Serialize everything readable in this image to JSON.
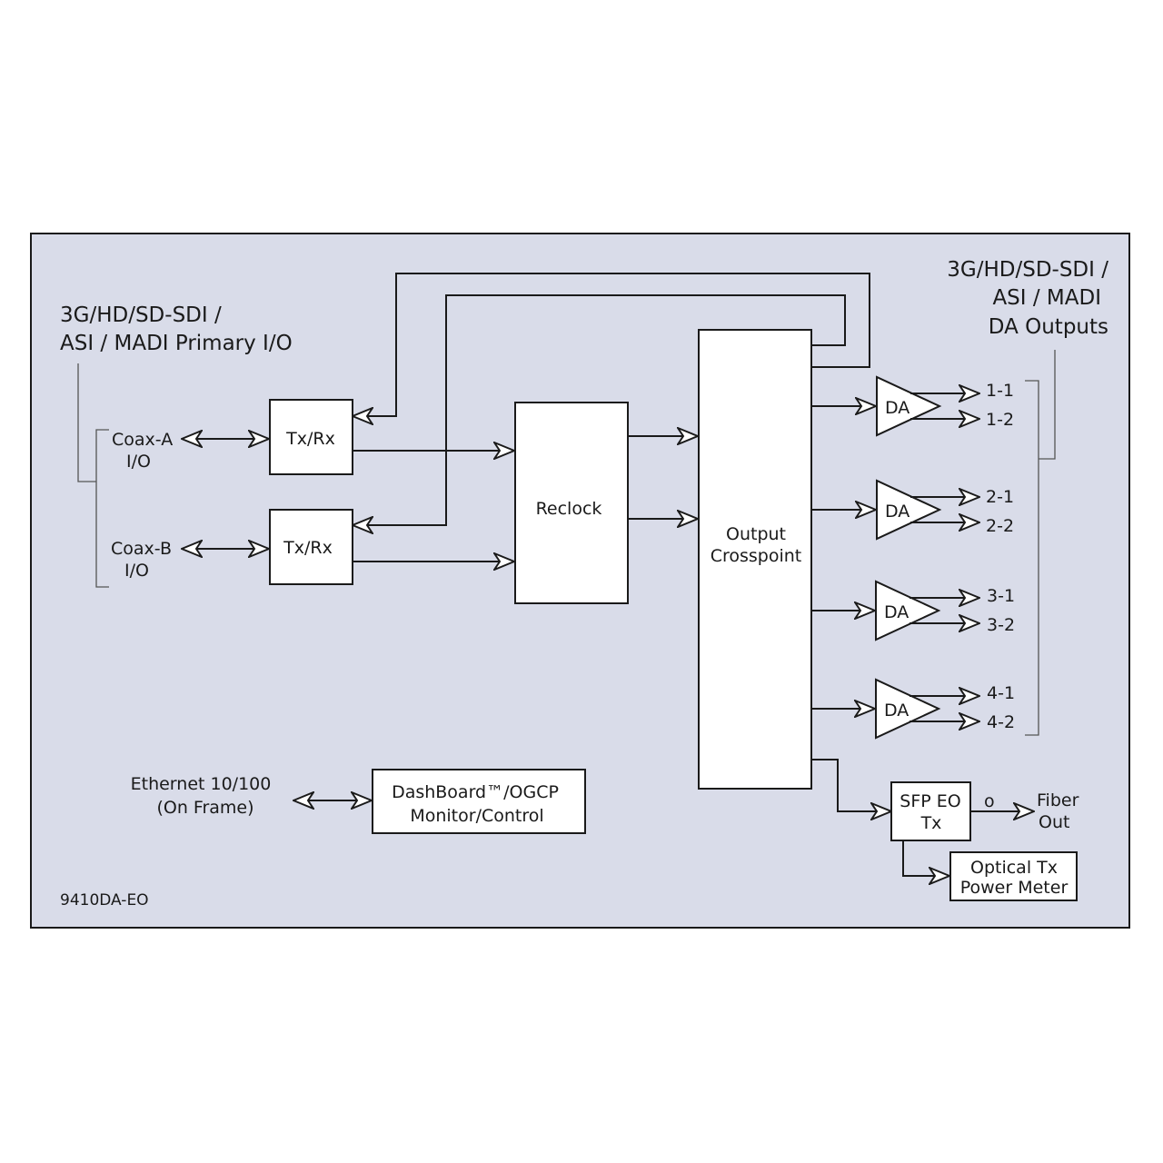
{
  "panel": {
    "background": "#d9dce9",
    "model_id": "9410DA-EO"
  },
  "inputs_group": {
    "heading_line1": "3G/HD/SD-SDI /",
    "heading_line2": "ASI / MADI Primary I/O",
    "coax_a_line1": "Coax-A",
    "coax_a_line2": "I/O",
    "coax_b_line1": "Coax-B",
    "coax_b_line2": "I/O"
  },
  "blocks": {
    "txrx_a": "Tx/Rx",
    "txrx_b": "Tx/Rx",
    "reclock": "Reclock",
    "crosspoint_line1": "Output",
    "crosspoint_line2": "Crosspoint",
    "da": "DA",
    "sfp_line1": "SFP EO",
    "sfp_line2": "Tx",
    "meter_line1": "Optical Tx",
    "meter_line2": "Power Meter",
    "dashboard_line1": "DashBoard™/OGCP",
    "dashboard_line2": "Monitor/Control"
  },
  "outputs_group": {
    "heading_line1": "3G/HD/SD-SDI /",
    "heading_line2": "ASI / MADI",
    "heading_line3": "DA Outputs",
    "labels": [
      "1-1",
      "1-2",
      "2-1",
      "2-2",
      "3-1",
      "3-2",
      "4-1",
      "4-2"
    ]
  },
  "fiber": {
    "line1": "Fiber",
    "line2": "Out",
    "connector_glyph": "o"
  },
  "ethernet": {
    "line1": "Ethernet 10/100",
    "line2": "(On Frame)"
  }
}
